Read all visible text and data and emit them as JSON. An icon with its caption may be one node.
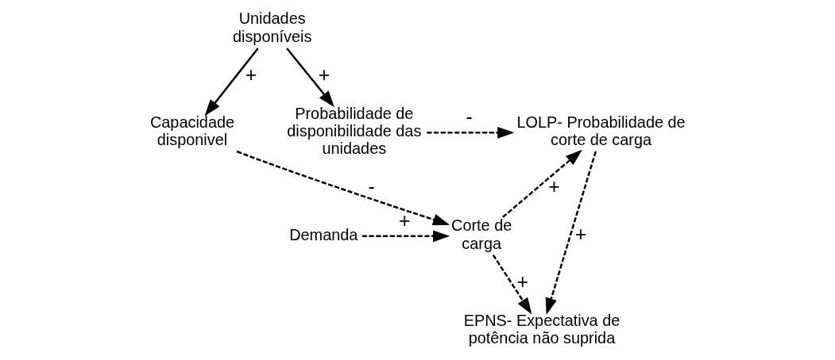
{
  "diagram": {
    "nodes": [
      {
        "text": [
          "Unidades disponíveis"
        ]
      },
      {
        "text": [
          "Capacidade disponivel"
        ]
      },
      {
        "text": [
          "Probabilidade de disponibilidade das unidades"
        ]
      },
      {
        "text": [
          "LOLP- Probabilidade de corte de carga"
        ]
      },
      {
        "text": [
          "Demanda"
        ]
      },
      {
        "text": [
          "Corte de carga"
        ]
      },
      {
        "text": [
          "EPNS- Expectativa de potência não suprida"
        ]
      }
    ],
    "edges": [
      {
        "from": 0,
        "to": 1,
        "arrow": "to",
        "label": "+"
      },
      {
        "from": 0,
        "to": 2,
        "arrow": "to",
        "label": "+"
      },
      {
        "from": 2,
        "to": 3,
        "arrow": "to",
        "label": "-",
        "style": "dashed"
      },
      {
        "from": 1,
        "to": 5,
        "arrow": "to",
        "label": "-",
        "style": "dashed"
      },
      {
        "from": 4,
        "to": 5,
        "arrow": "to",
        "label": "+",
        "style": "dashed"
      },
      {
        "from": 5,
        "to": 3,
        "arrow": "to",
        "label": "+",
        "style": "dashed"
      },
      {
        "from": 3,
        "to": 6,
        "arrow": "to",
        "label": "+",
        "style": "dashed"
      },
      {
        "from": 5,
        "to": 6,
        "arrow": "to",
        "label": "+",
        "style": "dashed"
      }
    ]
  }
}
